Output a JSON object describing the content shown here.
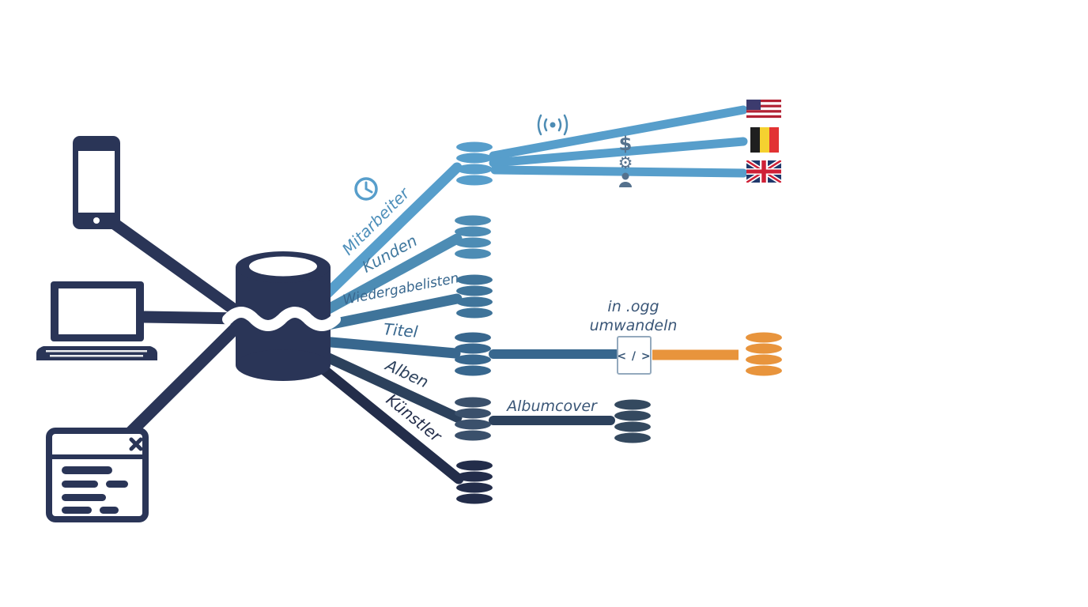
{
  "diagram": {
    "type": "architecture-diagram",
    "description": "Media database schema diagram with client devices, central database, tables and processing branches",
    "clients": [
      "smartphone",
      "laptop",
      "browser-window"
    ],
    "central_database": "database",
    "tables": [
      {
        "id": "mitarbeiter",
        "label": "Mitarbeiter",
        "color": "#579ecb"
      },
      {
        "id": "kunden",
        "label": "Kunden",
        "color": "#4d8cb4"
      },
      {
        "id": "wiedergabelisten",
        "label": "Wiedergabelisten",
        "color": "#3f749a"
      },
      {
        "id": "titel",
        "label": "Titel",
        "color": "#38678e"
      },
      {
        "id": "alben",
        "label": "Alben",
        "color": "#2c415c"
      },
      {
        "id": "kuenstler",
        "label": "Künstler",
        "color": "#232d4a"
      }
    ],
    "annotations": {
      "albumcover": "Albumcover",
      "ogg_line1": "in .ogg",
      "ogg_line2": "umwandeln",
      "dollar": "$",
      "gear": "⚙",
      "code": "< / >"
    },
    "flags": [
      "usa",
      "belgium",
      "uk"
    ],
    "icons": [
      "smartphone-icon",
      "laptop-icon",
      "browser-window-icon",
      "close-icon",
      "central-database-icon",
      "clock-icon",
      "broadcast-icon",
      "dollar-icon",
      "gear-icon",
      "person-icon",
      "code-file-icon",
      "database-icon",
      "flag-usa-icon",
      "flag-belgium-icon",
      "flag-uk-icon"
    ],
    "colors": {
      "navy": "#2a3557",
      "light_blue": "#579ecb",
      "mid_blue": "#4d8cb4",
      "steel_blue": "#3f749a",
      "deep_blue": "#38678e",
      "dark_slate": "#2c415c",
      "darkest_navy": "#232d4a",
      "orange": "#e8943c",
      "icon_gray_blue": "#55718d",
      "white": "#ffffff"
    }
  }
}
